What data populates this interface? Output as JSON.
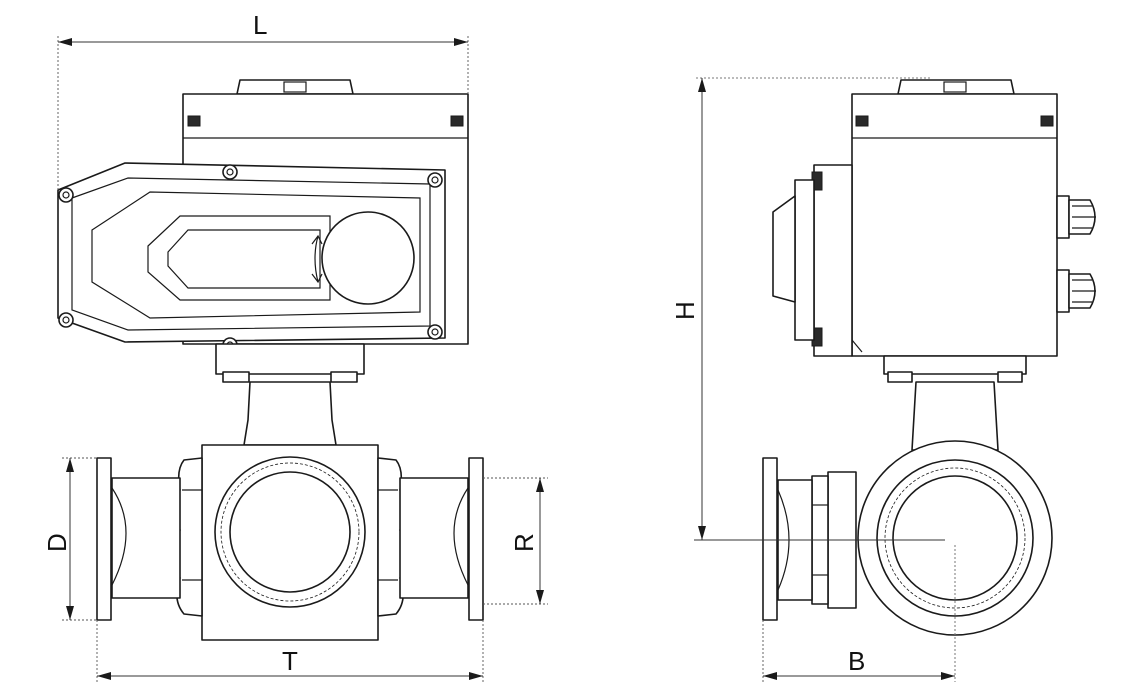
{
  "dimensions": {
    "L": "L",
    "H": "H",
    "D": "D",
    "R": "R",
    "T": "T",
    "B": "B"
  },
  "views": [
    "front-view",
    "side-view"
  ]
}
